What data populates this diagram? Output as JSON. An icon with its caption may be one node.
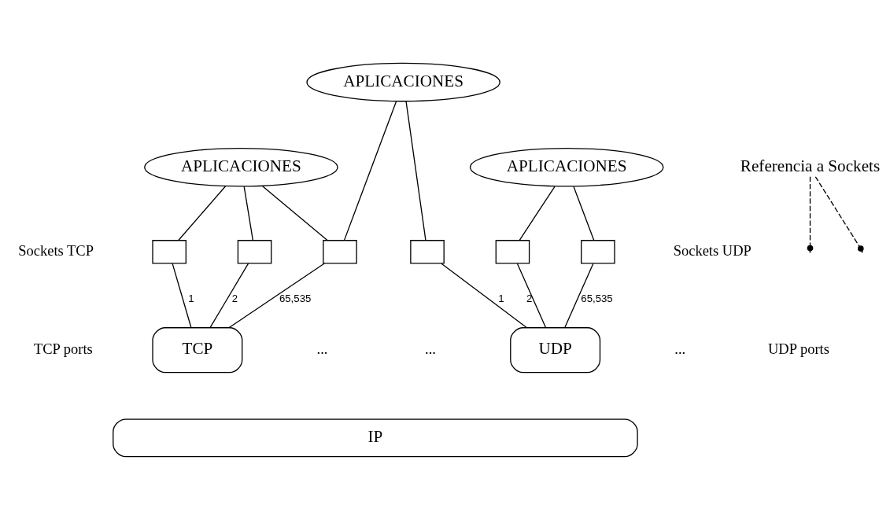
{
  "diagram": {
    "nodes": [
      {
        "text": [
          "APLICACIONES"
        ]
      },
      {
        "text": [
          "APLICACIONES"
        ]
      },
      {
        "text": [
          "APLICACIONES"
        ]
      },
      {
        "text": [],
        "shape": "box"
      },
      {
        "text": [],
        "shape": "box"
      },
      {
        "text": [],
        "shape": "box"
      },
      {
        "text": [],
        "shape": "box"
      },
      {
        "text": [],
        "shape": "box"
      },
      {
        "text": [],
        "shape": "box"
      },
      {
        "text": [
          "TCP"
        ]
      },
      {
        "text": [
          "UDP"
        ]
      },
      {
        "text": [
          "IP"
        ]
      },
      {
        "text": [
          "Referencia a Sockets"
        ]
      }
    ],
    "edges": [
      {
        "from": 1,
        "to": 3,
        "arrow": "none"
      },
      {
        "from": 1,
        "to": 4,
        "arrow": "none"
      },
      {
        "from": 1,
        "to": 5,
        "arrow": "none"
      },
      {
        "from": 0,
        "to": 5,
        "arrow": "none"
      },
      {
        "from": 0,
        "to": 6,
        "arrow": "none"
      },
      {
        "from": 2,
        "to": 7,
        "arrow": "none"
      },
      {
        "from": 2,
        "to": 8,
        "arrow": "none"
      },
      {
        "from": 3,
        "to": 9,
        "arrow": "none",
        "label": "1"
      },
      {
        "from": 4,
        "to": 9,
        "arrow": "none",
        "label": "2"
      },
      {
        "from": 5,
        "to": 9,
        "arrow": "none",
        "label": "65,535"
      },
      {
        "from": 6,
        "to": 10,
        "arrow": "none",
        "label": "1"
      },
      {
        "from": 7,
        "to": 10,
        "arrow": "none",
        "label": "2"
      },
      {
        "from": 8,
        "to": 10,
        "arrow": "none",
        "label": "65,535"
      },
      {
        "from": 12,
        "to": null,
        "arrow": "other",
        "style": "dashed"
      },
      {
        "from": 12,
        "to": null,
        "arrow": "other",
        "style": "dashed"
      }
    ],
    "labels": [
      "Sockets TCP",
      "Sockets UDP",
      "TCP ports",
      "...",
      "...",
      "...",
      "UDP ports"
    ]
  }
}
